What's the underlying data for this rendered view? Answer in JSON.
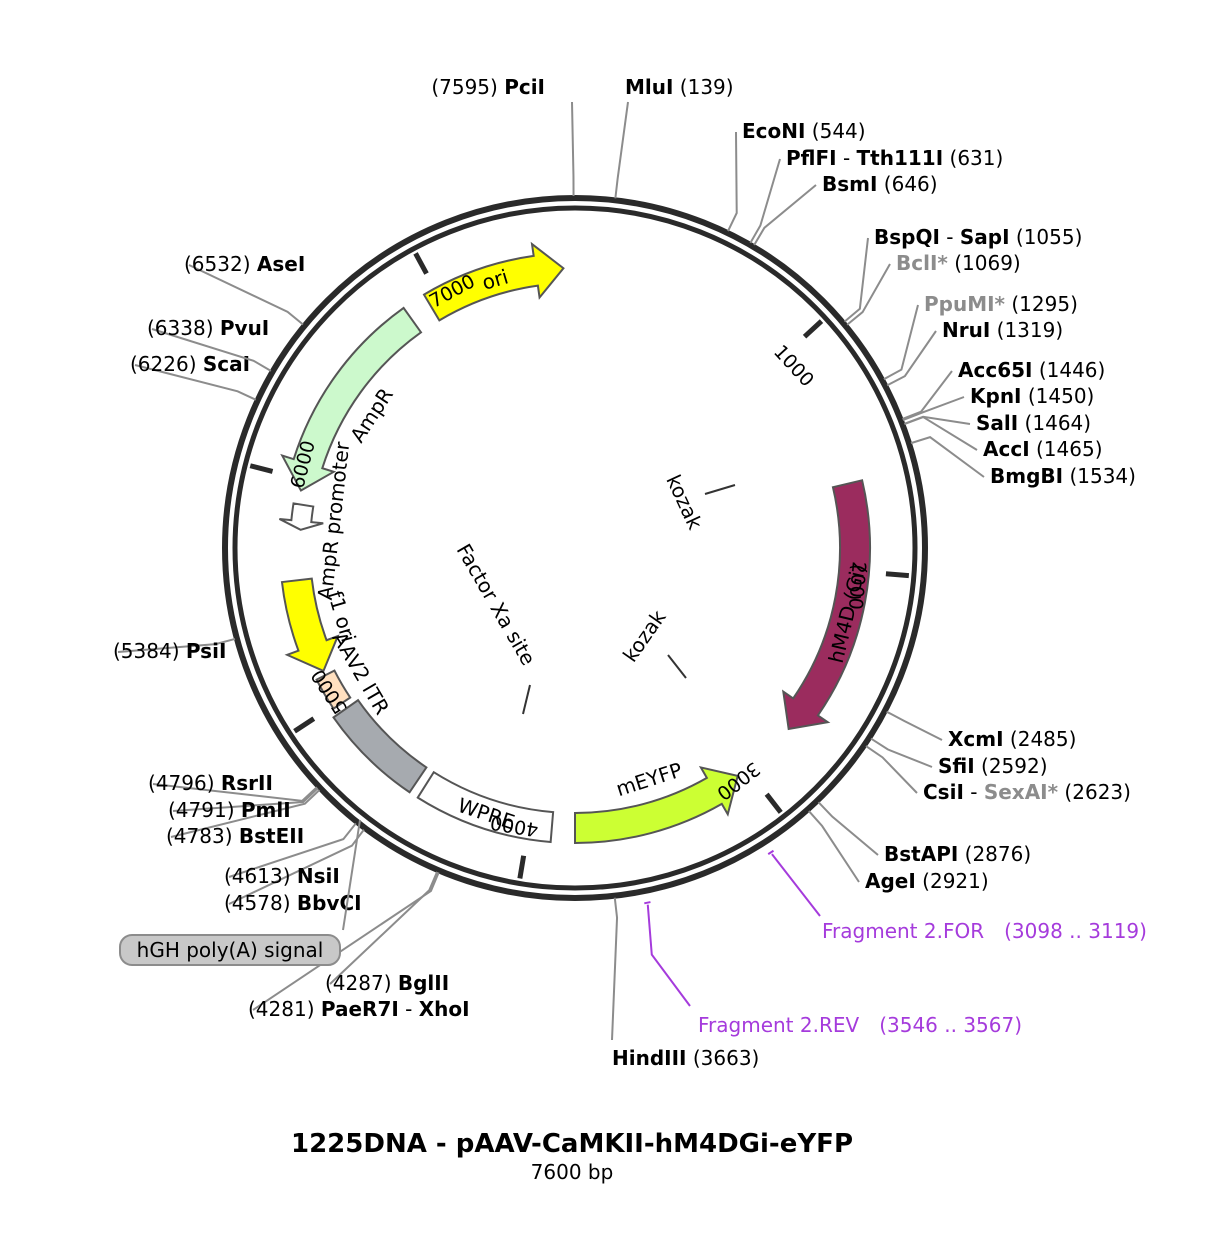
{
  "plasmid": {
    "name": "1225DNA - pAAV-CaMKII-hM4DGi-eYFP",
    "length_label": "7600 bp",
    "length": 7600
  },
  "ticks": [
    {
      "pos": 1000,
      "label": "1000"
    },
    {
      "pos": 2000,
      "label": "2000"
    },
    {
      "pos": 3000,
      "label": "3000"
    },
    {
      "pos": 4000,
      "label": "4000"
    },
    {
      "pos": 5000,
      "label": "5000"
    },
    {
      "pos": 6000,
      "label": "6000"
    },
    {
      "pos": 7000,
      "label": "7000"
    }
  ],
  "sites": [
    {
      "name": "PciI",
      "pos": "7595",
      "bp": 7595,
      "side": "left",
      "grey": false
    },
    {
      "name": "MluI",
      "pos": "139",
      "bp": 139,
      "side": "right",
      "grey": false
    },
    {
      "name": "EcoNI",
      "pos": "544",
      "bp": 544,
      "side": "right",
      "grey": false
    },
    {
      "name": "PflFI",
      "name2": "Tth111I",
      "pos": "631",
      "bp": 631,
      "side": "right",
      "grey": false
    },
    {
      "name": "BsmI",
      "pos": "646",
      "bp": 646,
      "side": "right",
      "grey": false
    },
    {
      "name": "BspQI",
      "name2": "SapI",
      "pos": "1055",
      "bp": 1055,
      "side": "right",
      "grey": false
    },
    {
      "name": "BclI*",
      "pos": "1069",
      "bp": 1069,
      "side": "right",
      "grey": true
    },
    {
      "name": "PpuMI*",
      "pos": "1295",
      "bp": 1295,
      "side": "right",
      "grey": true
    },
    {
      "name": "NruI",
      "pos": "1319",
      "bp": 1319,
      "side": "right",
      "grey": false
    },
    {
      "name": "Acc65I",
      "pos": "1446",
      "bp": 1446,
      "side": "right",
      "grey": false
    },
    {
      "name": "KpnI",
      "pos": "1450",
      "bp": 1450,
      "side": "right",
      "grey": false
    },
    {
      "name": "SalI",
      "pos": "1464",
      "bp": 1464,
      "side": "right",
      "grey": false
    },
    {
      "name": "AccI",
      "pos": "1465",
      "bp": 1465,
      "side": "right",
      "grey": false
    },
    {
      "name": "BmgBI",
      "pos": "1534",
      "bp": 1534,
      "side": "right",
      "grey": false
    },
    {
      "name": "XcmI",
      "pos": "2485",
      "bp": 2485,
      "side": "right",
      "grey": false
    },
    {
      "name": "SfiI",
      "pos": "2592",
      "bp": 2592,
      "side": "right",
      "grey": false
    },
    {
      "name": "CsiI",
      "name2": "SexAI*",
      "name2grey": true,
      "pos": "2623",
      "bp": 2623,
      "side": "right",
      "grey": false
    },
    {
      "name": "BstAPI",
      "pos": "2876",
      "bp": 2876,
      "side": "right",
      "grey": false
    },
    {
      "name": "AgeI",
      "pos": "2921",
      "bp": 2921,
      "side": "right",
      "grey": false
    },
    {
      "name": "HindIII",
      "pos": "3663",
      "bp": 3663,
      "side": "bottom",
      "grey": false
    },
    {
      "name": "BglII",
      "pos": "4287",
      "bp": 4287,
      "side": "left",
      "grey": false
    },
    {
      "name": "PaeR7I",
      "name2": "XhoI",
      "pos": "4281",
      "bp": 4281,
      "side": "left",
      "grey": false
    },
    {
      "name": "BbvCI",
      "pos": "4578",
      "bp": 4578,
      "side": "left",
      "grey": false
    },
    {
      "name": "NsiI",
      "pos": "4613",
      "bp": 4613,
      "side": "left",
      "grey": false
    },
    {
      "name": "BstEII",
      "pos": "4783",
      "bp": 4783,
      "side": "left",
      "grey": false
    },
    {
      "name": "PmlI",
      "pos": "4791",
      "bp": 4791,
      "side": "left",
      "grey": false
    },
    {
      "name": "RsrII",
      "pos": "4796",
      "bp": 4796,
      "side": "left",
      "grey": false
    },
    {
      "name": "PsiI",
      "pos": "5384",
      "bp": 5384,
      "side": "left",
      "grey": false
    },
    {
      "name": "ScaI",
      "pos": "6226",
      "bp": 6226,
      "side": "left",
      "grey": false
    },
    {
      "name": "PvuI",
      "pos": "6338",
      "bp": 6338,
      "side": "left",
      "grey": false
    },
    {
      "name": "AseI",
      "pos": "6532",
      "bp": 6532,
      "side": "left",
      "grey": false
    }
  ],
  "primers": [
    {
      "name": "Fragment 2.FOR",
      "range": "(3098 .. 3119)",
      "start": 3098,
      "end": 3119
    },
    {
      "name": "Fragment 2.REV",
      "range": "(3546 .. 3567)",
      "start": 3546,
      "end": 3567
    }
  ],
  "features": [
    {
      "name": "ori",
      "start": 6950,
      "end": 7550,
      "color": "#ffff00",
      "direction": "cw",
      "label_inside": true
    },
    {
      "name": "AmpR",
      "start": 5950,
      "end": 6850,
      "color": "#ccf9cc",
      "direction": "ccw"
    },
    {
      "name": "AmpR promoter",
      "start": 5780,
      "end": 5890,
      "color": "#ffffff",
      "direction": "ccw"
    },
    {
      "name": "f1 ori",
      "start": 5150,
      "end": 5560,
      "color": "#ffff00",
      "direction": "ccw"
    },
    {
      "name": "AAV2 ITR",
      "start": 4990,
      "end": 5130,
      "color": "#ffe0c0",
      "direction": "none"
    },
    {
      "name": "hGH poly(A) signal",
      "start": 4520,
      "end": 4960,
      "color": "#a6aaaf",
      "direction": "none"
    },
    {
      "name": "WPRE",
      "start": 3900,
      "end": 4480,
      "color": "#ffffff",
      "direction": "none",
      "label_inside": true
    },
    {
      "name": "mEYFP",
      "start": 3050,
      "end": 3800,
      "color": "#ccff33",
      "direction": "ccw"
    },
    {
      "name": "hM4D (Gi)",
      "start": 1620,
      "end": 2750,
      "color": "#9b2c5e",
      "direction": "cw",
      "label_inside": true
    }
  ],
  "inner_labels": [
    {
      "name": "kozak",
      "bp": 1600
    },
    {
      "name": "kozak",
      "bp": 2800
    },
    {
      "name": "Factor Xa site",
      "bp": 3900
    }
  ],
  "colors": {
    "backbone": "#2a2a2a",
    "leader": "#8c8c8c",
    "primer": "#a53bdc",
    "grey_enzyme": "#8c8c8c"
  }
}
